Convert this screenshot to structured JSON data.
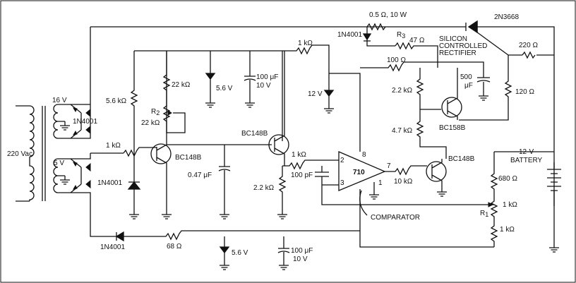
{
  "labels": {
    "r_05": "0.5 Ω, 10 W",
    "scr_part": "2N3668",
    "d_1n4001_top": "1N4001",
    "r3_name": "R",
    "r3_sub": "3",
    "r3_val": "47 Ω",
    "scr_line1": "SILICON",
    "scr_line2": "CONTROLLED",
    "scr_line3": "RECTIFIER",
    "r_220": "220 Ω",
    "r_1k_top": "1 kΩ",
    "r_100": "100 Ω",
    "c_500_a": "500",
    "c_500_b": "μF",
    "r_22k": "22 kΩ",
    "z_56_top": "5.6 V",
    "c_100u_top_a": "100 μF",
    "c_100u_top_b": "10 V",
    "r_56k": "5.6 kΩ",
    "r2_name": "R",
    "r2_sub": "2",
    "r2_val": "22 kΩ",
    "z_12v": "12 V",
    "r_22k2": "2.2 kΩ",
    "r_120": "120 Ω",
    "t_16v": "16 V",
    "d_1n4001_a": "1N4001",
    "q_bc158b": "BC158B",
    "r_47k": "4.7 kΩ",
    "q_bc148b_mid": "BC148B",
    "r_1k_left": "1 kΩ",
    "q_bc148b_left": "BC148B",
    "t_220": "220 Vac",
    "t_5v": "5 V",
    "d_1n4001_b": "1N4001",
    "c_047": "0.47 μF",
    "r_1k_comp": "1 kΩ",
    "c_100p": "100 pF",
    "ic_name": "710",
    "pin2": "2",
    "pin3": "3",
    "pin7": "7",
    "pin8": "8",
    "pin1": "1",
    "r_10k": "10 kΩ",
    "q_bc148b_right": "BC148B",
    "bat_a": "12-V",
    "bat_b": "BATTERY",
    "r_680": "680 Ω",
    "r_22k_bot": "2.2 kΩ",
    "comparator": "COMPARATOR",
    "r1_name": "R",
    "r1_sub": "1",
    "r1_val": "1 kΩ",
    "r_1k_bot": "1 kΩ",
    "d_1n4001_bottom": "1N4001",
    "r_68": "68 Ω",
    "z_56_bot": "5.6 V",
    "c_100u_bot_a": "100 μF",
    "c_100u_bot_b": "10 V"
  }
}
